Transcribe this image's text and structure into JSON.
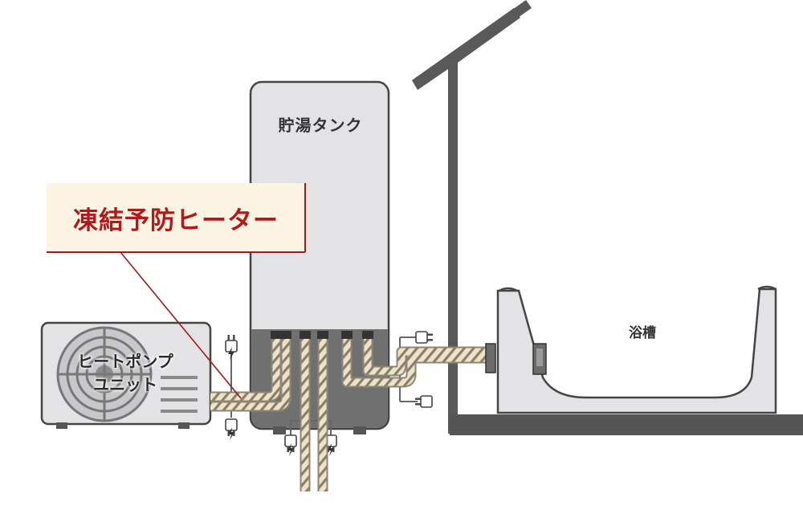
{
  "tank": {
    "label": "貯湯タンク"
  },
  "heat_pump": {
    "label_line1": "ヒートポンプ",
    "label_line2": "ユニット"
  },
  "bathtub": {
    "label": "浴槽"
  },
  "callout": {
    "text": "凍結予防ヒーター"
  },
  "colors": {
    "callout_text": "#b3191a",
    "callout_line": "#9e1c1c",
    "callout_bg": "#fbf4e3",
    "pipe_base": "#eee2c8",
    "pipe_stripe": "#8a7f6b",
    "pipe_outline": "#8b8676",
    "unit_fill": "#e3e3e5",
    "outline": "#444444",
    "ground": "#555555"
  },
  "icons": [
    "electric-plug-icon",
    "lightning-bolt-icon",
    "fan-grille-icon"
  ]
}
